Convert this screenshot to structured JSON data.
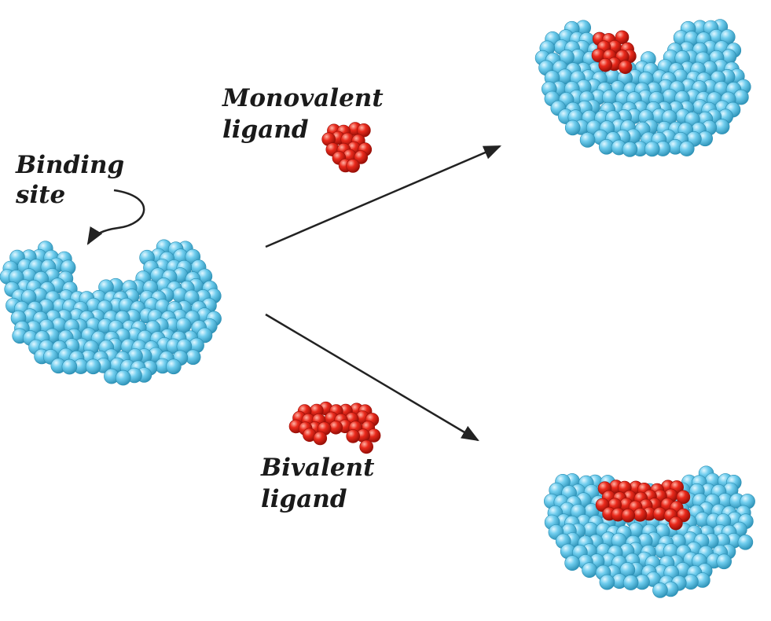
{
  "labels": {
    "binding_site_line1": "Binding",
    "binding_site_line2": "site",
    "monovalent_line1": "Monovalent",
    "monovalent_line2": "ligand",
    "bivalent_line1": "Bivalent",
    "bivalent_line2": "ligand"
  },
  "colors": {
    "protein": "#5bc3e6",
    "protein_edge": "#2a8fb4",
    "ligand": "#e8251a",
    "ligand_edge": "#9c0f08",
    "arrow": "#222222"
  }
}
